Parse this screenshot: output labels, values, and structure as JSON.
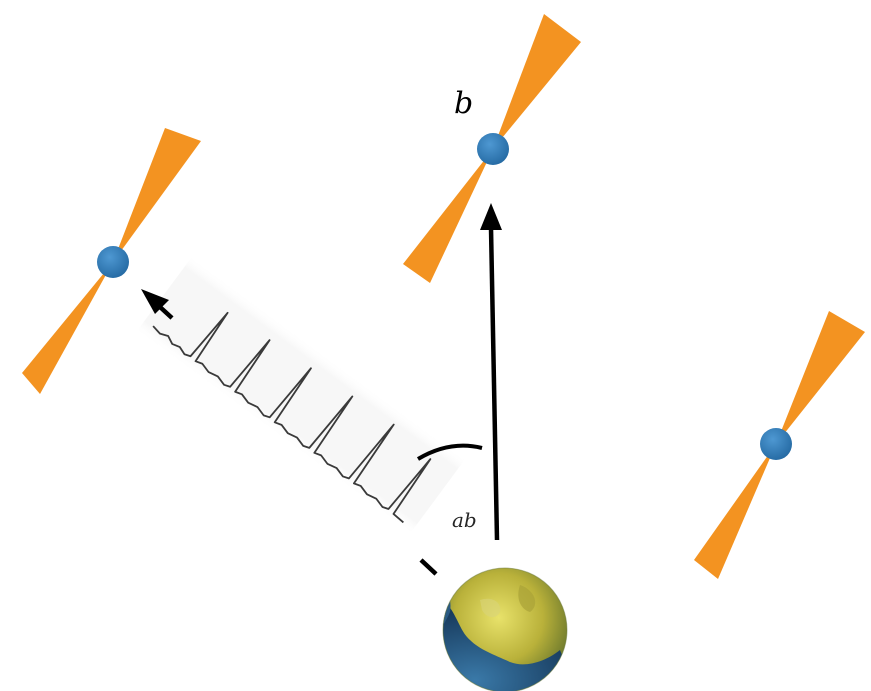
{
  "diagram": {
    "labels": {
      "pulsar_b": "b",
      "angle": "ab"
    },
    "colors": {
      "beam": "#F39321",
      "pulsar": "#2F7DBA",
      "arrow": "#000000",
      "earth_land": "#C9C23A",
      "earth_ocean": "#2B5C86"
    },
    "pulsars": [
      {
        "name": "pulsar-a"
      },
      {
        "name": "pulsar-b"
      },
      {
        "name": "pulsar-c"
      }
    ],
    "signal": {
      "description_icon": "pulse-train"
    }
  }
}
